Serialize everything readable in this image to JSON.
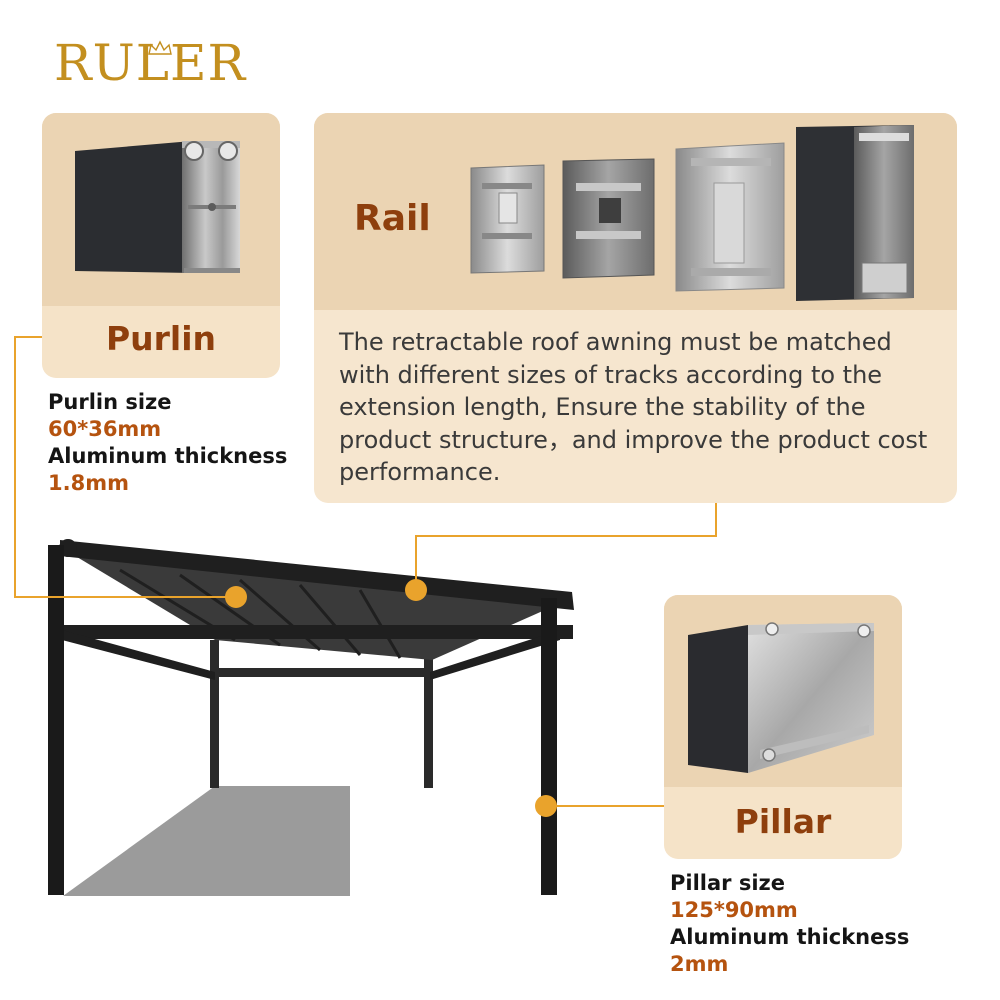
{
  "brand": {
    "name": "RULER",
    "color": "#c38f1f"
  },
  "purlin": {
    "label": "Purlin",
    "size_label": "Purlin size",
    "size_value": "60*36mm",
    "thickness_label": "Aluminum thickness",
    "thickness_value": "1.8mm"
  },
  "rail": {
    "label": "Rail",
    "description": "The retractable roof awning must be matched with different sizes of tracks according to the extension length, Ensure the stability of the product structure，and improve the product cost performance."
  },
  "pillar": {
    "label": "Pillar",
    "size_label": "Pillar size",
    "size_value": "125*90mm",
    "thickness_label": "Aluminum thickness",
    "thickness_value": "2mm"
  },
  "colors": {
    "accent": "#e9a32c",
    "label_brown": "#8e3f0d",
    "value_orange": "#b5530f",
    "card_bg": "#f5e3c8"
  },
  "icons": [
    "crown-icon",
    "callout-marker-icon"
  ]
}
